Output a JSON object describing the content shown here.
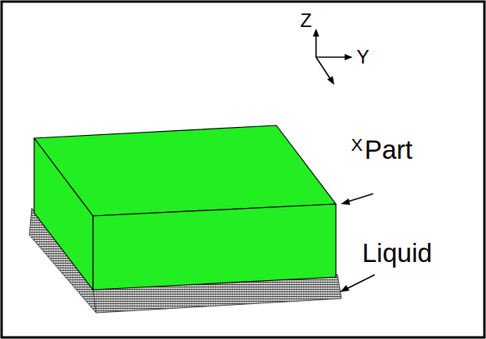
{
  "diagram": {
    "labels": [
      "Z",
      "Y",
      "X",
      "Part",
      "Liquid"
    ]
  }
}
